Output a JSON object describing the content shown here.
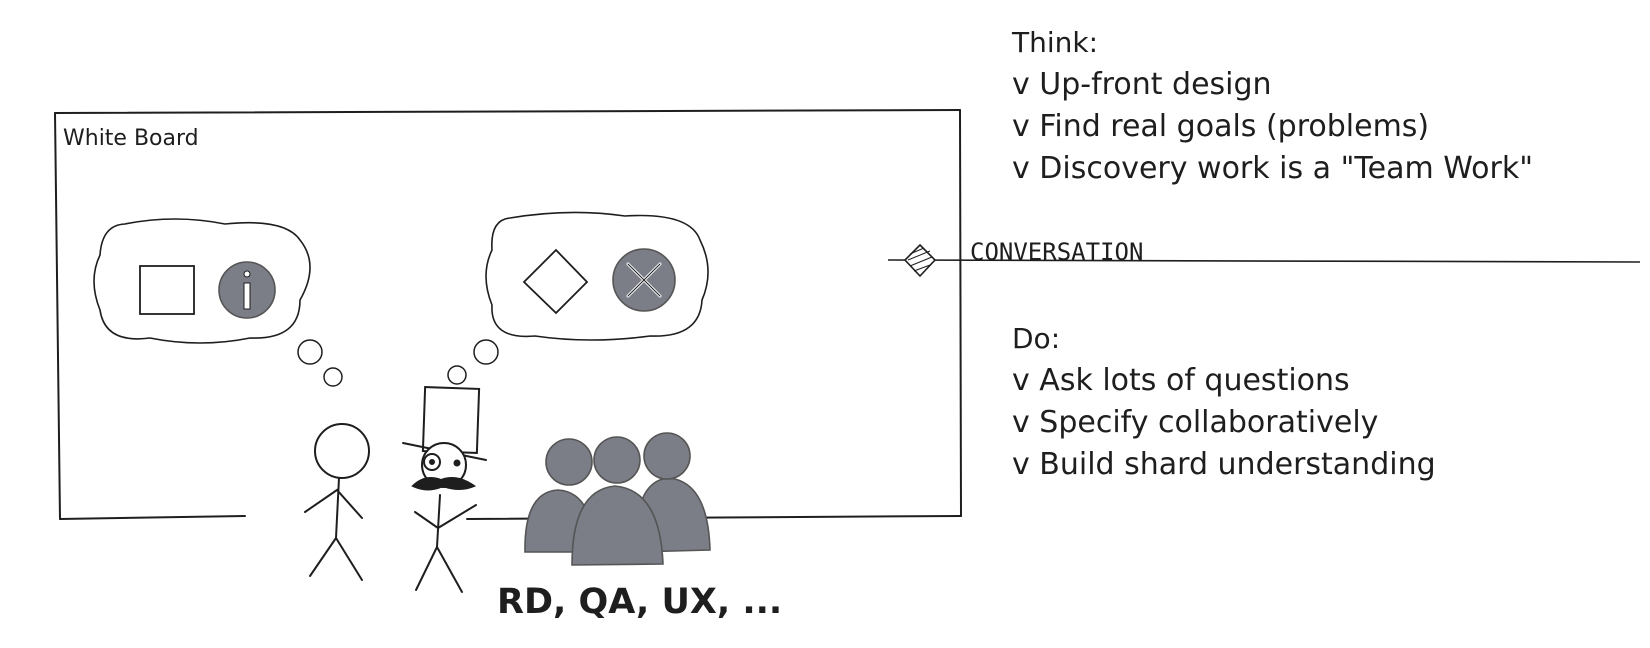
{
  "whiteboard": {
    "label": "White Board"
  },
  "conversation": {
    "label": "CONVERSATION"
  },
  "think": {
    "heading": "Think:",
    "items": [
      "v Up-front design",
      "v Find real goals (problems)",
      "v Discovery work is a \"Team Work\""
    ]
  },
  "do": {
    "heading": "Do:",
    "items": [
      "v Ask lots of questions",
      "v Specify collaboratively",
      "v Build shard understanding"
    ]
  },
  "team": {
    "label": "RD, QA, UX, ..."
  },
  "colors": {
    "ink": "#1e1e1e",
    "fill_gray": "#7b7e87",
    "stroke_gray": "#555555"
  },
  "icons": [
    "square-icon",
    "info-icon",
    "diamond-icon",
    "close-icon",
    "person-icon",
    "top-hat-person-icon",
    "group-icon",
    "thought-bubble-icon",
    "diamond-marker-icon"
  ]
}
